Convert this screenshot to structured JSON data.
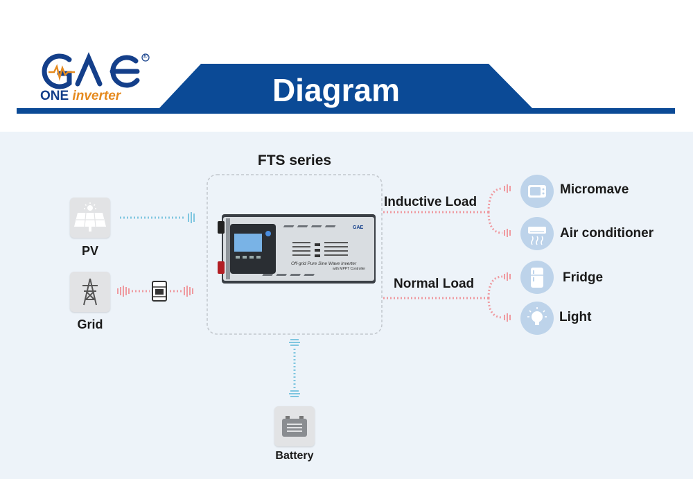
{
  "header": {
    "title": "Diagram",
    "logo": {
      "mark": "GAE",
      "brand_word1": "ONE",
      "brand_word2": "inverter",
      "registered": "®"
    },
    "banner_color": "#0b4a96"
  },
  "diagram": {
    "series_title": "FTS series",
    "inverter": {
      "brand": "GAE",
      "caption": "Off-grid Pure Sine Wave Inverter",
      "subcaption": "with MPPT Controller"
    },
    "sources": [
      {
        "label": "PV",
        "icon": "solar-panel-icon"
      },
      {
        "label": "Grid",
        "icon": "transmission-tower-icon"
      }
    ],
    "storage": {
      "label": "Battery",
      "icon": "battery-icon"
    },
    "load_groups": [
      {
        "label": "Inductive Load",
        "items": [
          {
            "label": "Micromave",
            "icon": "microwave-icon"
          },
          {
            "label": "Air conditioner",
            "icon": "air-conditioner-icon"
          }
        ]
      },
      {
        "label": "Normal Load",
        "items": [
          {
            "label": "Fridge",
            "icon": "fridge-icon"
          },
          {
            "label": "Light",
            "icon": "light-bulb-icon"
          }
        ]
      }
    ],
    "colors": {
      "dc_line": "#7fc6e0",
      "ac_line": "#ef9aa0",
      "panel_bg": "#edf3f9",
      "load_circle": "#bdd3ea"
    }
  }
}
